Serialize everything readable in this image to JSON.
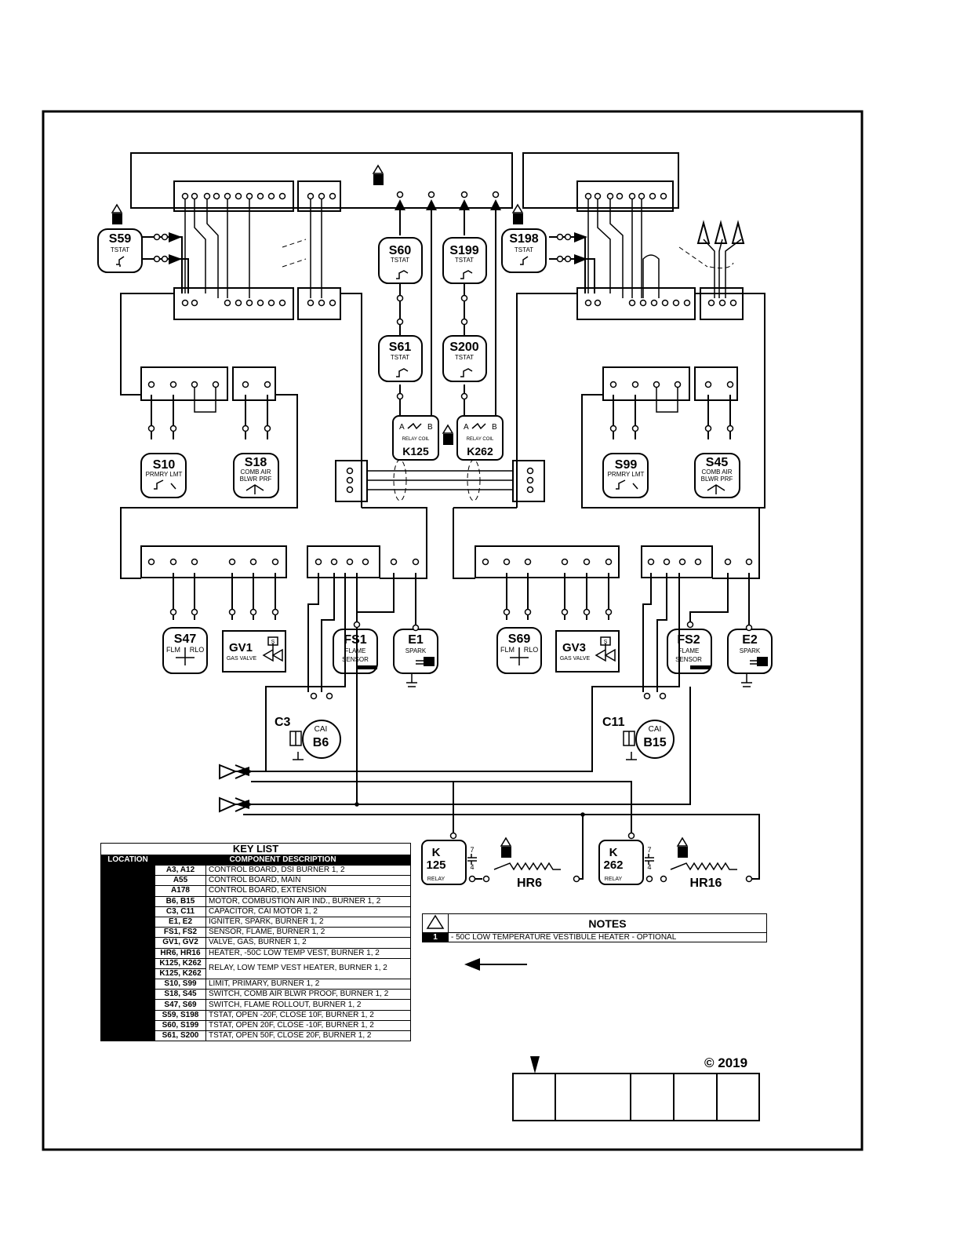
{
  "components": {
    "S59": {
      "id": "S59",
      "type": "TSTAT"
    },
    "S198": {
      "id": "S198",
      "type": "TSTAT"
    },
    "S60": {
      "id": "S60",
      "type": "TSTAT"
    },
    "S199": {
      "id": "S199",
      "type": "TSTAT"
    },
    "S61": {
      "id": "S61",
      "type": "TSTAT"
    },
    "S200": {
      "id": "S200",
      "type": "TSTAT"
    },
    "K125": {
      "id": "K125",
      "type": "RELAY COIL",
      "a": "A",
      "b": "B"
    },
    "K262": {
      "id": "K262",
      "type": "RELAY COIL",
      "a": "A",
      "b": "B"
    },
    "S10": {
      "id": "S10",
      "type": "PRMRY LMT"
    },
    "S99": {
      "id": "S99",
      "type": "PRMRY LMT"
    },
    "S18": {
      "id": "S18",
      "type1": "COMB AIR",
      "type2": "BLWR PRF"
    },
    "S45": {
      "id": "S45",
      "type1": "COMB AIR",
      "type2": "BLWR PRF"
    },
    "S47": {
      "id": "S47",
      "flm": "FLM",
      "rlo": "RLO"
    },
    "S69": {
      "id": "S69",
      "flm": "FLM",
      "rlo": "RLO"
    },
    "GV1": {
      "id": "GV1",
      "type": "GAS VALVE",
      "s": "S"
    },
    "GV3": {
      "id": "GV3",
      "type": "GAS VALVE",
      "s": "S"
    },
    "FS1": {
      "id": "FS1",
      "type1": "FLAME",
      "type2": "SENSOR"
    },
    "FS2": {
      "id": "FS2",
      "type1": "FLAME",
      "type2": "SENSOR"
    },
    "E1": {
      "id": "E1",
      "type": "SPARK"
    },
    "E2": {
      "id": "E2",
      "type": "SPARK"
    },
    "C3": {
      "id": "C3"
    },
    "C11": {
      "id": "C11"
    },
    "B6": {
      "id": "B6",
      "type": "CAI"
    },
    "B15": {
      "id": "B15",
      "type": "CAI"
    },
    "K125r": {
      "k": "K",
      "num": "125",
      "type": "RELAY",
      "p1": "7",
      "p2": "4"
    },
    "K262r": {
      "k": "K",
      "num": "262",
      "type": "RELAY",
      "p1": "7",
      "p2": "4"
    },
    "HR6": {
      "id": "HR6"
    },
    "HR16": {
      "id": "HR16"
    }
  },
  "key_list": {
    "title": "KEY LIST",
    "col_location": "LOCATION",
    "col_description": "COMPONENT DESCRIPTION",
    "rows": [
      {
        "component": "A3, A12",
        "description": "CONTROL BOARD, DSI BURNER 1, 2"
      },
      {
        "component": "A55",
        "description": "CONTROL BOARD, MAIN"
      },
      {
        "component": "A178",
        "description": "CONTROL BOARD, EXTENSION"
      },
      {
        "component": "B6, B15",
        "description": "MOTOR, COMBUSTION AIR IND., BURNER 1, 2"
      },
      {
        "component": "C3, C11",
        "description": "CAPACITOR, CAI MOTOR 1, 2"
      },
      {
        "component": "E1, E2",
        "description": "IGNITER, SPARK, BURNER 1, 2"
      },
      {
        "component": "FS1, FS2",
        "description": "SENSOR, FLAME, BURNER 1, 2"
      },
      {
        "component": "GV1, GV2",
        "description": "VALVE, GAS, BURNER 1, 2"
      },
      {
        "component": "HR6, HR16",
        "description": "HEATER, -50C LOW TEMP VEST, BURNER 1, 2"
      },
      {
        "component": "K125, K262",
        "description": "RELAY, LOW TEMP VEST HEATER, BURNER 1, 2",
        "merged": true
      },
      {
        "component": "K125, K262",
        "description": "",
        "merged_cont": true
      },
      {
        "component": "S10, S99",
        "description": "LIMIT, PRIMARY, BURNER 1, 2"
      },
      {
        "component": "S18, S45",
        "description": "SWITCH, COMB AIR BLWR PROOF, BURNER 1, 2"
      },
      {
        "component": "S47, S69",
        "description": "SWITCH, FLAME ROLLOUT, BURNER 1, 2"
      },
      {
        "component": "S59, S198",
        "description": "TSTAT, OPEN -20F, CLOSE 10F, BURNER 1, 2"
      },
      {
        "component": "S60, S199",
        "description": "TSTAT, OPEN 20F, CLOSE -10F, BURNER 1, 2"
      },
      {
        "component": "S61, S200",
        "description": "TSTAT, OPEN 50F, CLOSE 20F, BURNER 1, 2"
      }
    ]
  },
  "notes": {
    "title": "NOTES",
    "items": [
      {
        "num": "1",
        "text": "- 50C LOW TEMPERATURE VESTIBULE HEATER - OPTIONAL"
      }
    ]
  },
  "copyright": {
    "symbol": "©",
    "year": "2019"
  }
}
